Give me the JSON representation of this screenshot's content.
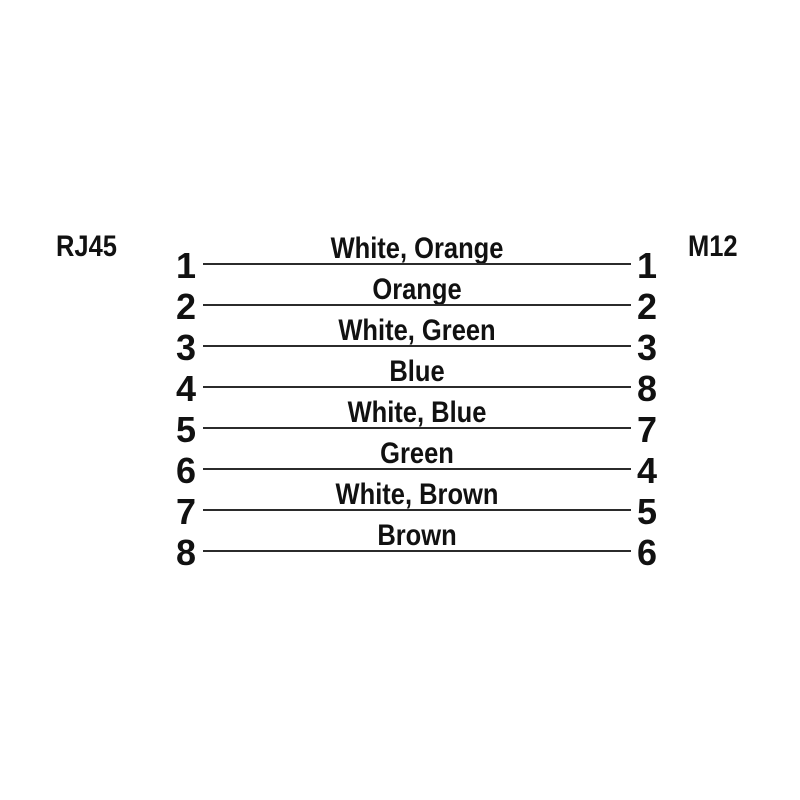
{
  "diagram": {
    "left_connector": "RJ45",
    "right_connector": "M12",
    "rows": [
      {
        "left_pin": "1",
        "wire": "White, Orange",
        "right_pin": "1"
      },
      {
        "left_pin": "2",
        "wire": "Orange",
        "right_pin": "2"
      },
      {
        "left_pin": "3",
        "wire": "White, Green",
        "right_pin": "3"
      },
      {
        "left_pin": "4",
        "wire": "Blue",
        "right_pin": "8"
      },
      {
        "left_pin": "5",
        "wire": "White, Blue",
        "right_pin": "7"
      },
      {
        "left_pin": "6",
        "wire": "Green",
        "right_pin": "4"
      },
      {
        "left_pin": "7",
        "wire": "White, Brown",
        "right_pin": "5"
      },
      {
        "left_pin": "8",
        "wire": "Brown",
        "right_pin": "6"
      }
    ],
    "colors": {
      "background": "#ffffff",
      "text": "#111111",
      "line": "#2b2b2b"
    }
  }
}
